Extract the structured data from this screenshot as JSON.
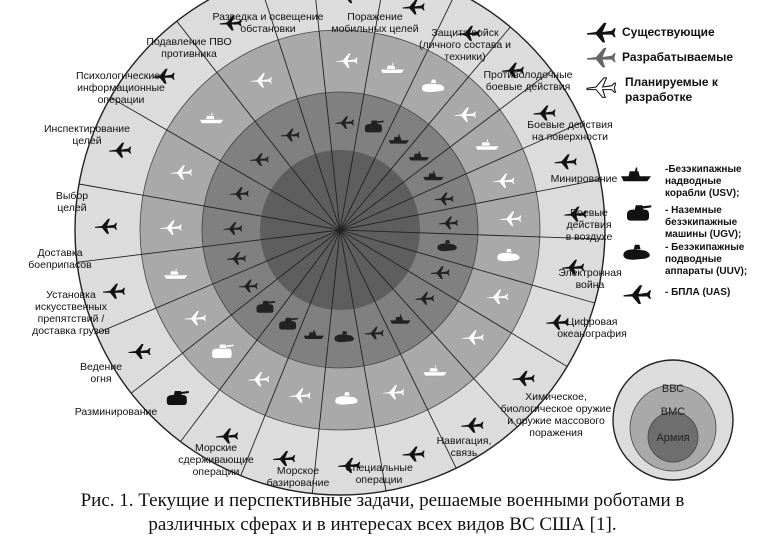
{
  "sectors": [
    "Поражение мобильных целей",
    "Защита войск (личного состава и техники)",
    "Противолодочные боевые действия",
    "Боевые действия на поверхности",
    "Минирование",
    "Боевые действия в воздухе",
    "Электронная война",
    "Цифровая океанография",
    "Химическое, биологическое оружие и оружие массового поражения",
    "Навигация, связь",
    "Специальные операции",
    "Морское базирование",
    "Морские сдерживающие операции",
    "Разминирование",
    "Ведение огня",
    "Установка искусственных препятствий / доставка грузов",
    "Доставка боеприпасов",
    "Выбор целей",
    "Инспектирование целей",
    "Психологические / информационные операции",
    "Подавление ПВО противника",
    "Разведка и освещение обстановки"
  ],
  "legend_status": [
    {
      "label": "Существующие",
      "icon": "plane-black-icon"
    },
    {
      "label": "Разрабатываемые",
      "icon": "plane-gray-icon"
    },
    {
      "label": "Планируемые к разработке",
      "icon": "plane-white-icon"
    }
  ],
  "legend_types": [
    {
      "label": "-Безэкипажные надводные корабли (USV);",
      "icon": "usv-icon"
    },
    {
      "label": "- Наземные безэкипажные машины (UGV);",
      "icon": "ugv-icon"
    },
    {
      "label": "- Безэкипажные подводные аппараты (UUV);",
      "icon": "uuv-icon"
    },
    {
      "label": "- БПЛА (UAS)",
      "icon": "uas-icon"
    }
  ],
  "branches": {
    "outer": "ВВС",
    "middle": "ВМС",
    "inner": "Армия"
  },
  "caption": {
    "line1": "Рис. 1. Текущие и перспективные задачи, решаемые военными роботами в",
    "line2": "различных сферах и в интересах всех видов ВС США [1]."
  },
  "colors": {
    "outer_ring": "#dcdcdc",
    "middle_ring": "#a9a9a9",
    "inner_ring": "#808080",
    "core": "#5e5e5e",
    "lines": "#222222"
  }
}
